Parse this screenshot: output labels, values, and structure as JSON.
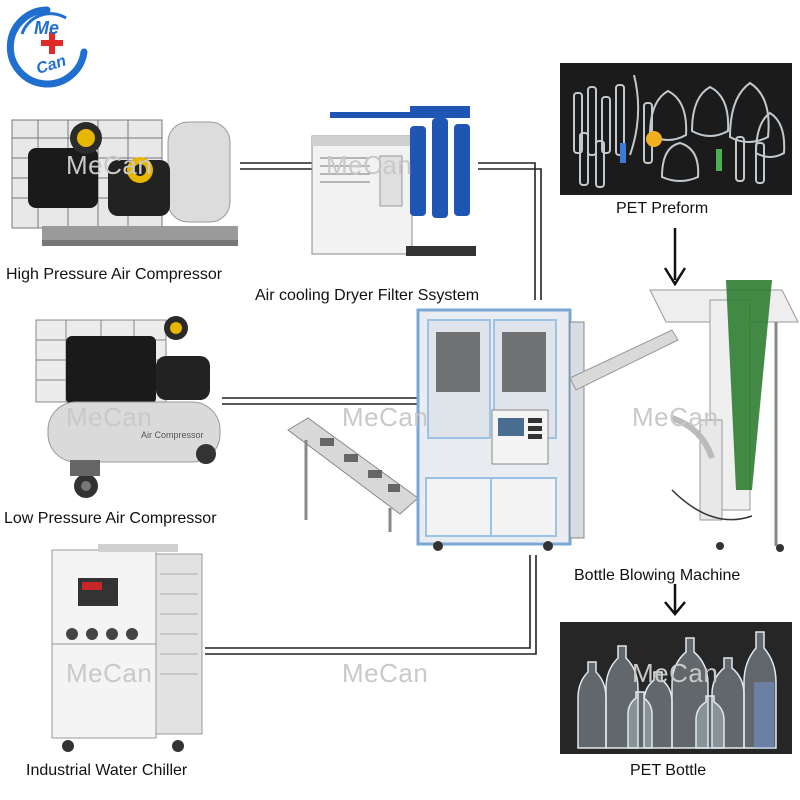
{
  "logo": {
    "text_top": "Me",
    "text_bottom": "Can",
    "colors": {
      "brand_blue": "#1f6fd1",
      "brand_red": "#e02a26"
    }
  },
  "nodes": {
    "high_pressure_compressor": {
      "label": "High Pressure Air Compressor",
      "icon": "air-compressor-image"
    },
    "dryer": {
      "label": "Air cooling Dryer Filter Ssystem",
      "icon": "air-dryer-image"
    },
    "low_pressure_compressor": {
      "label": "Low Pressure Air Compressor",
      "icon": "tank-compressor-image"
    },
    "chiller": {
      "label": "Industrial Water Chiller",
      "icon": "water-chiller-image"
    },
    "preform": {
      "label": "PET Preform",
      "icon": "preforms-image"
    },
    "blowing_machine": {
      "label": "Bottle Blowing Machine",
      "icon": "blowing-machine-image"
    },
    "bottle": {
      "label": "PET Bottle",
      "icon": "bottles-image"
    }
  },
  "watermark": "MeCan",
  "colors": {
    "connector": "#222222",
    "machine_frame": "#9cc3e6",
    "machine_body": "#eeeeee"
  }
}
